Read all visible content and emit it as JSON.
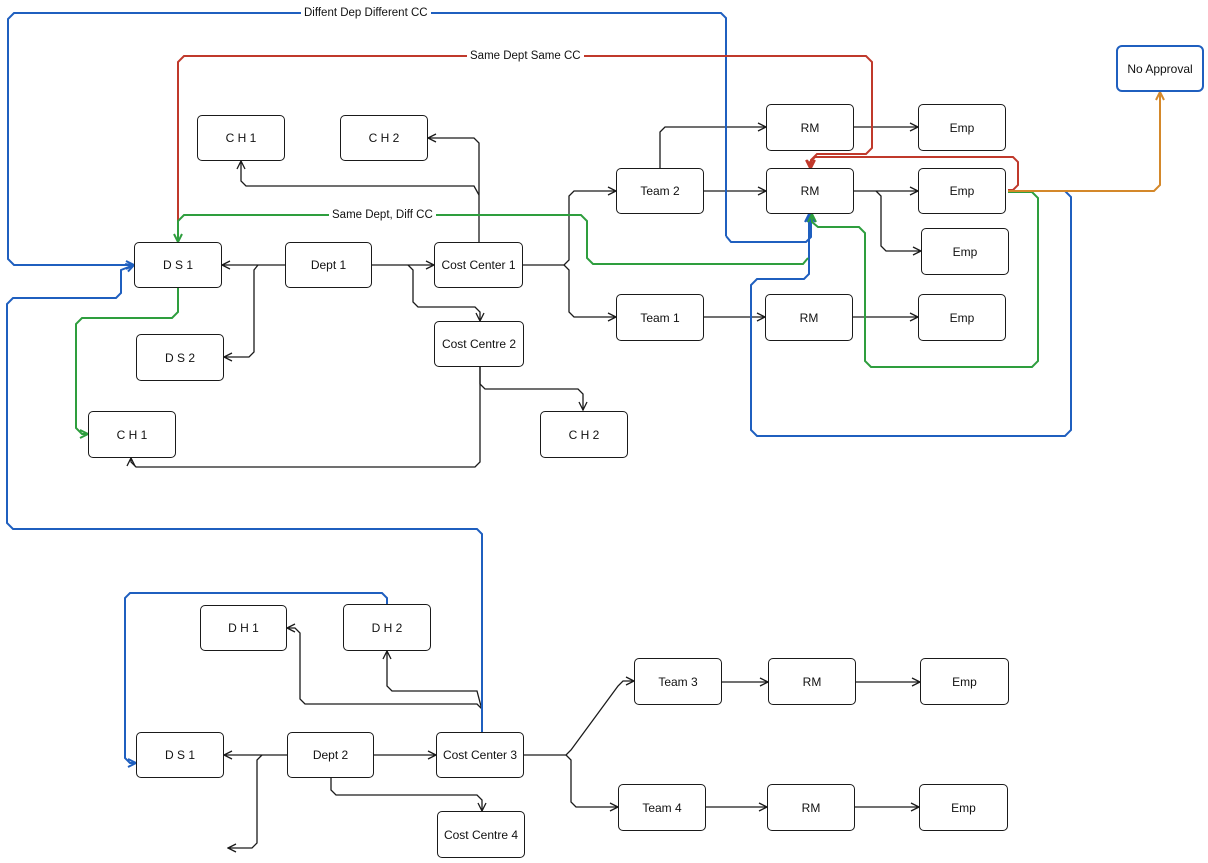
{
  "nodes": {
    "ch1_top": "C H 1",
    "ch2_top": "C H 2",
    "ds1": "D S 1",
    "dept1": "Dept 1",
    "cost_center_1": "Cost Center 1",
    "ds2": "D S 2",
    "cost_centre_2": "Cost Centre 2",
    "ch1_mid": "C H 1",
    "ch2_mid": "C H 2",
    "team2": "Team 2",
    "team1": "Team 1",
    "rm_top": "RM",
    "rm_mid": "RM",
    "rm_t1": "RM",
    "emp_top": "Emp",
    "emp_mid": "Emp",
    "emp_mid2": "Emp",
    "emp_t1": "Emp",
    "no_approval": "No Approval",
    "dh1": "D H 1",
    "dh2": "D H 2",
    "ds1_bottom": "D S 1",
    "dept2": "Dept 2",
    "cost_center_3": "Cost Center 3",
    "cost_centre_4": "Cost Centre 4",
    "team3": "Team 3",
    "team4": "Team 4",
    "rm_t3": "RM",
    "rm_t4": "RM",
    "emp_t3": "Emp",
    "emp_t4": "Emp"
  },
  "edge_labels": {
    "diff_dep_diff_cc": "Diffent Dep Different CC",
    "same_dept_same_cc": "Same Dept Same CC",
    "same_dept_diff_cc": "Same Dept, Diff CC"
  },
  "colors": {
    "black": "#1a1a1a",
    "blue": "#1f5fbf",
    "red": "#c0392b",
    "green": "#2e9e3e",
    "orange": "#d4882a"
  }
}
